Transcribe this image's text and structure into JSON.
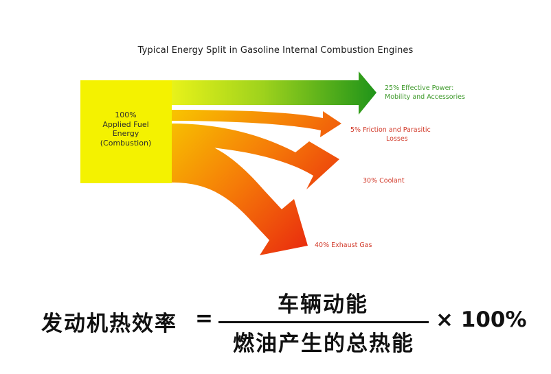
{
  "diagram": {
    "title": "Typical Energy Split in Gasoline Internal Combustion Engines",
    "source": {
      "lines": [
        "100%",
        "Applied Fuel",
        "Energy",
        "(Combustion)"
      ]
    },
    "outputs": [
      {
        "id": "power",
        "lines": [
          "25% Effective Power:",
          "Mobility and Accessories"
        ],
        "percent": 25,
        "color": "#3f9a2c"
      },
      {
        "id": "friction",
        "lines": [
          "5% Friction and Parasitic",
          "Losses"
        ],
        "percent": 5,
        "color": "#d23a2a"
      },
      {
        "id": "coolant",
        "lines": [
          "30% Coolant"
        ],
        "percent": 30,
        "color": "#d23a2a"
      },
      {
        "id": "exhaust",
        "lines": [
          "40%  Exhaust Gas"
        ],
        "percent": 40,
        "color": "#d23a2a"
      }
    ],
    "colors": {
      "source": "#f4f200",
      "power_start": "#d9ee1a",
      "power_end": "#2a9a1c",
      "loss_start": "#f7b800",
      "loss_end": "#ea2a12"
    }
  },
  "formula": {
    "lhs": "发动机热效率",
    "equals": "=",
    "numerator": "车辆动能",
    "denominator": "燃油产生的总热能",
    "multiplier": "× 100%"
  }
}
